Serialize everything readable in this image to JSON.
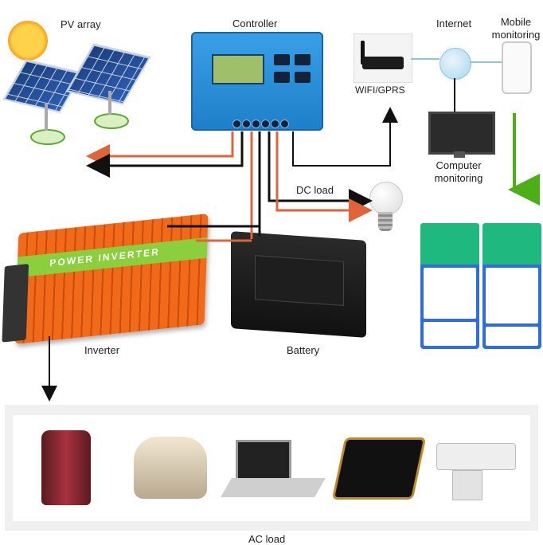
{
  "labels": {
    "pv_array": "PV array",
    "controller": "Controller",
    "internet": "Internet",
    "mobile_line1": "Mobile",
    "mobile_line2": "monitoring",
    "wifi_gprs": "WIFI/GPRS",
    "computer_line1": "Computer",
    "computer_line2": "monitoring",
    "dc_load": "DC load",
    "inverter": "Inverter",
    "battery": "Battery",
    "ac_load": "AC load"
  },
  "device_text": {
    "inverter_band": "POWER INVERTER"
  },
  "colors": {
    "wire_positive": "#e0643a",
    "wire_negative": "#111111",
    "arrow_green": "#4caf1a",
    "controller_blue": "#2b8fd8"
  },
  "icons": [
    "sun-icon",
    "solar-panel-icon",
    "router-icon",
    "globe-icon",
    "phone-icon",
    "monitor-icon",
    "bulb-icon",
    "battery-icon",
    "inverter-icon",
    "kettle-icon",
    "rice-cooker-icon",
    "laptop-icon",
    "induction-cooktop-icon",
    "security-camera-icon"
  ]
}
